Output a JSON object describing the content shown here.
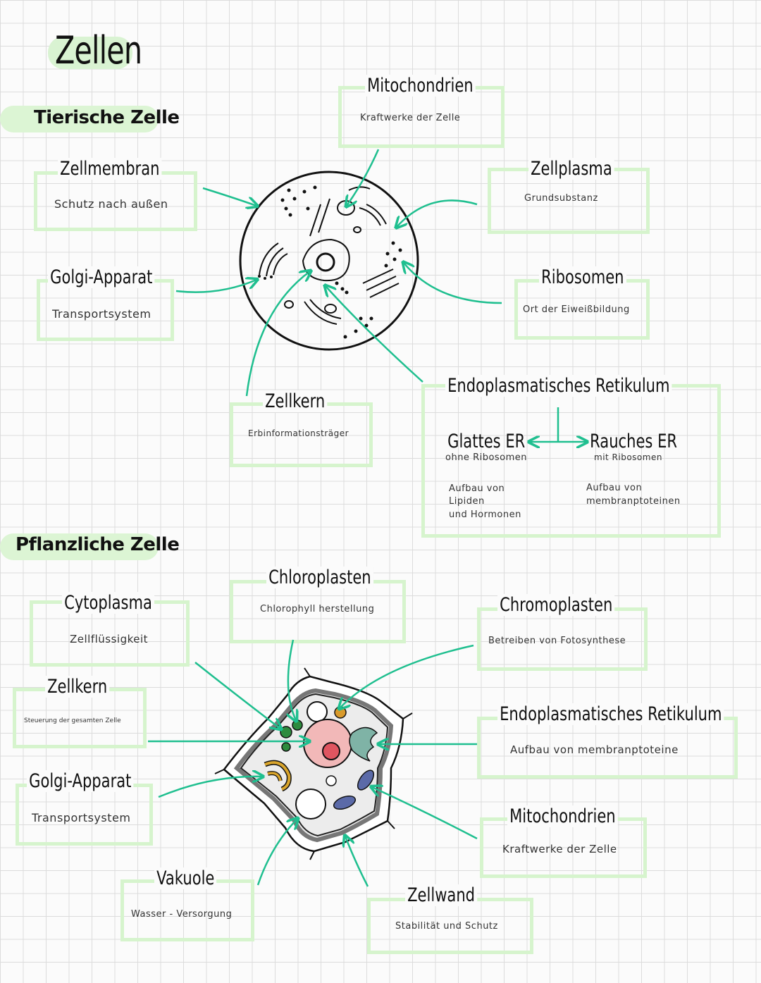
{
  "title": "Zellen",
  "animal": {
    "heading": "Tierische Zelle",
    "zellmembran": {
      "title": "Zellmembran",
      "desc": "Schutz nach außen"
    },
    "golgi": {
      "title": "Golgi-Apparat",
      "desc": "Transportsystem"
    },
    "mitochondrien": {
      "title": "Mitochondrien",
      "desc": "Kraftwerke der Zelle"
    },
    "zellplasma": {
      "title": "Zellplasma",
      "desc": "Grundsubstanz"
    },
    "ribosomen": {
      "title": "Ribosomen",
      "desc": "Ort der Eiweißbildung"
    },
    "zellkern": {
      "title": "Zellkern",
      "desc": "Erbinformationsträger"
    },
    "er": {
      "title": "Endoplasmatisches Retikulum",
      "smooth": {
        "title": "Glattes ER",
        "sub": "ohne Ribosomen",
        "line1": "Aufbau von",
        "line2": "Lipiden",
        "line3": "und Hormonen"
      },
      "rough": {
        "title": "Rauches ER",
        "sub": "mit Ribosomen",
        "line1": "Aufbau von",
        "line2": "membranptoteinen"
      }
    }
  },
  "plant": {
    "heading": "Pflanzliche Zelle",
    "cytoplasma": {
      "title": "Cytoplasma",
      "desc": "Zellflüssigkeit"
    },
    "chloroplasten": {
      "title": "Chloroplasten",
      "desc": "Chlorophyll herstellung"
    },
    "chromoplasten": {
      "title": "Chromoplasten",
      "desc": "Betreiben von Fotosynthese"
    },
    "zellkern": {
      "title": "Zellkern",
      "desc": "Steuerung der gesamten Zelle"
    },
    "er": {
      "title": "Endoplasmatisches Retikulum",
      "desc": "Aufbau von membranptoteine"
    },
    "golgi": {
      "title": "Golgi-Apparat",
      "desc": "Transportsystem"
    },
    "mitochondrien": {
      "title": "Mitochondrien",
      "desc": "Kraftwerke der Zelle"
    },
    "vakuole": {
      "title": "Vakuole",
      "desc": "Wasser - Versorgung"
    },
    "zellwand": {
      "title": "Zellwand",
      "desc": "Stabilität und Schutz"
    }
  },
  "colors": {
    "accent": "#1fbf8f",
    "box_border": "#d6f4cd",
    "highlight": "#dcf5d4",
    "nucleus": "#f2b8b8",
    "nucleolus": "#e05560",
    "chloroplast": "#2e8b3e",
    "golgi": "#d9a52c",
    "er": "#7fb3a6",
    "mito": "#5b6aa8",
    "chromoplast": "#d99a2b"
  }
}
